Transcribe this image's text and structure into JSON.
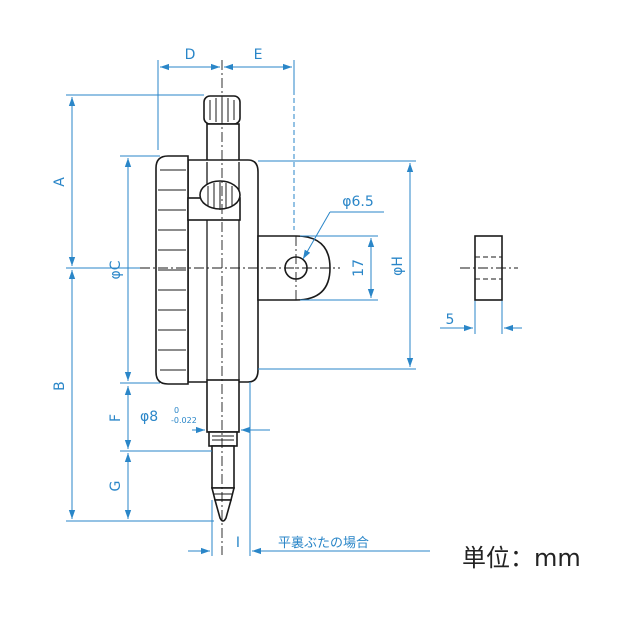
{
  "dimensions": {
    "A": "A",
    "B": "B",
    "C": "φC",
    "D": "D",
    "E": "E",
    "F": "F",
    "G": "G",
    "H": "φH",
    "I": "I",
    "hole": "φ6.5",
    "lug_height": "17",
    "thickness": "5",
    "stem": "φ8",
    "stem_tol_upper": "0",
    "stem_tol_lower": "-0.022"
  },
  "note_flat_back": "平裏ぶたの場合",
  "unit_label": "単位：mm",
  "colors": {
    "dimension": "#2a86c8",
    "outline": "#1a1a1a",
    "text": "#222222"
  }
}
